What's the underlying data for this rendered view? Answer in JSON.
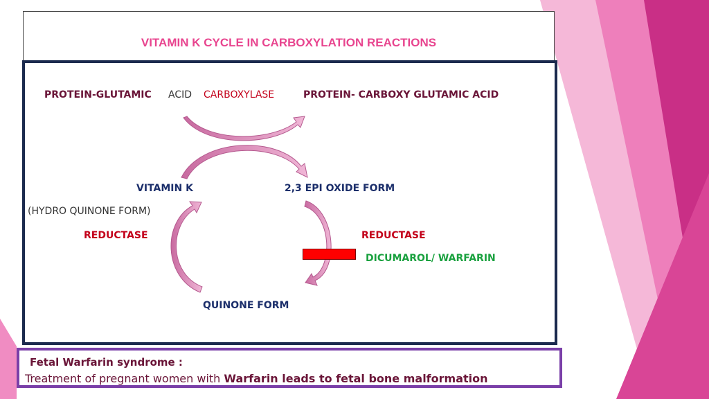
{
  "title": "VITAMIN K CYCLE IN CARBOXYLATION REACTIONS",
  "reaction": {
    "substrate": "PROTEIN-GLUTAMIC",
    "substrate_suffix": "ACID",
    "enzyme": "CARBOXYLASE",
    "product": "PROTEIN- CARBOXY GLUTAMIC ACID"
  },
  "cycle": {
    "vitamin_k": "VITAMIN K",
    "hydroquinone": "(HYDRO QUINONE FORM)",
    "epoxide": "2,3 EPI OXIDE  FORM",
    "reductase_left": "REDUCTASE",
    "reductase_right": "REDUCTASE",
    "inhibitor": "DICUMAROL/ WARFARIN",
    "quinone": "QUINONE FORM"
  },
  "note": {
    "heading": "Fetal Warfarin syndrome :",
    "text_plain": "Treatment of pregnant women with ",
    "text_bold": "Warfarin leads to fetal bone malformation"
  },
  "colors": {
    "title": "#e8458f",
    "arrow": "#d97ab0",
    "inhibitor_bar": "#ff0000",
    "frame": "#1b2a4e",
    "note_frame": "#7a3fa8"
  }
}
